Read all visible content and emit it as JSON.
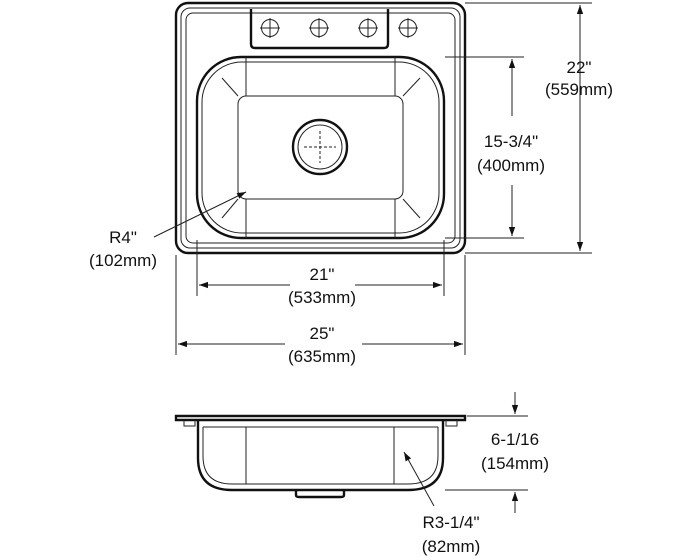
{
  "dimensions": {
    "overall_height": {
      "inch": "22\"",
      "mm": "(559mm)"
    },
    "bowl_length": {
      "inch": "15-3/4\"",
      "mm": "(400mm)"
    },
    "corner_radius": {
      "inch": "R4\"",
      "mm": "(102mm)"
    },
    "bowl_width": {
      "inch": "21\"",
      "mm": "(533mm)"
    },
    "overall_width": {
      "inch": "25\"",
      "mm": "(635mm)"
    },
    "bowl_depth": {
      "inch": "6-1/16",
      "mm": "(154mm)"
    },
    "bottom_radius": {
      "inch": "R3-1/4\"",
      "mm": "(82mm)"
    }
  },
  "views": {
    "top_view": {
      "faucet_holes": 4,
      "drain": "center"
    },
    "side_view": {
      "drain": "bottom-center"
    }
  }
}
